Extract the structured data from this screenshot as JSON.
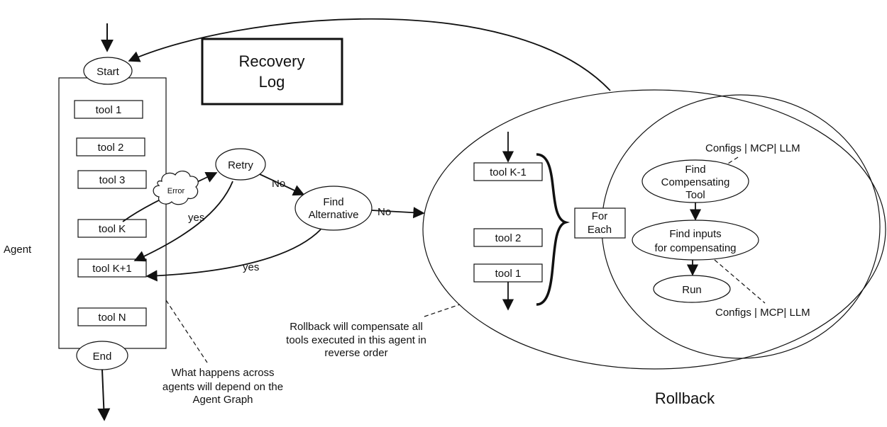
{
  "colors": {
    "stroke": "#111111",
    "background": "#ffffff"
  },
  "agent": {
    "label": "Agent",
    "start": "Start",
    "end": "End",
    "tools": [
      "tool 1",
      "tool 2",
      "tool 3",
      "tool K",
      "tool K+1",
      "tool N"
    ]
  },
  "recovery_log": {
    "line1": "Recovery",
    "line2": "Log"
  },
  "error_cloud": "Error",
  "retry": "Retry",
  "find_alternative": {
    "line1": "Find",
    "line2": "Alternative"
  },
  "edges": {
    "no_retry": "No",
    "no_alt": "No",
    "yes_retry": "yes",
    "yes_alt": "yes"
  },
  "rollback": {
    "title": "Rollback",
    "tools": [
      "tool K-1",
      "tool 2",
      "tool 1"
    ],
    "for_each": {
      "line1": "For",
      "line2": "Each"
    },
    "find_compensating": {
      "line1": "Find",
      "line2": "Compensating",
      "line3": "Tool"
    },
    "find_inputs": {
      "line1": "Find inputs",
      "line2": "for compensating"
    },
    "run": "Run",
    "configs_top": "Configs | MCP| LLM",
    "configs_bottom": "Configs | MCP| LLM"
  },
  "notes": {
    "rollback_note": [
      "Rollback will compensate all",
      "tools executed in this agent in",
      "reverse order"
    ],
    "agents_note": [
      "What happens across",
      "agents will depend on the",
      "Agent Graph"
    ]
  }
}
